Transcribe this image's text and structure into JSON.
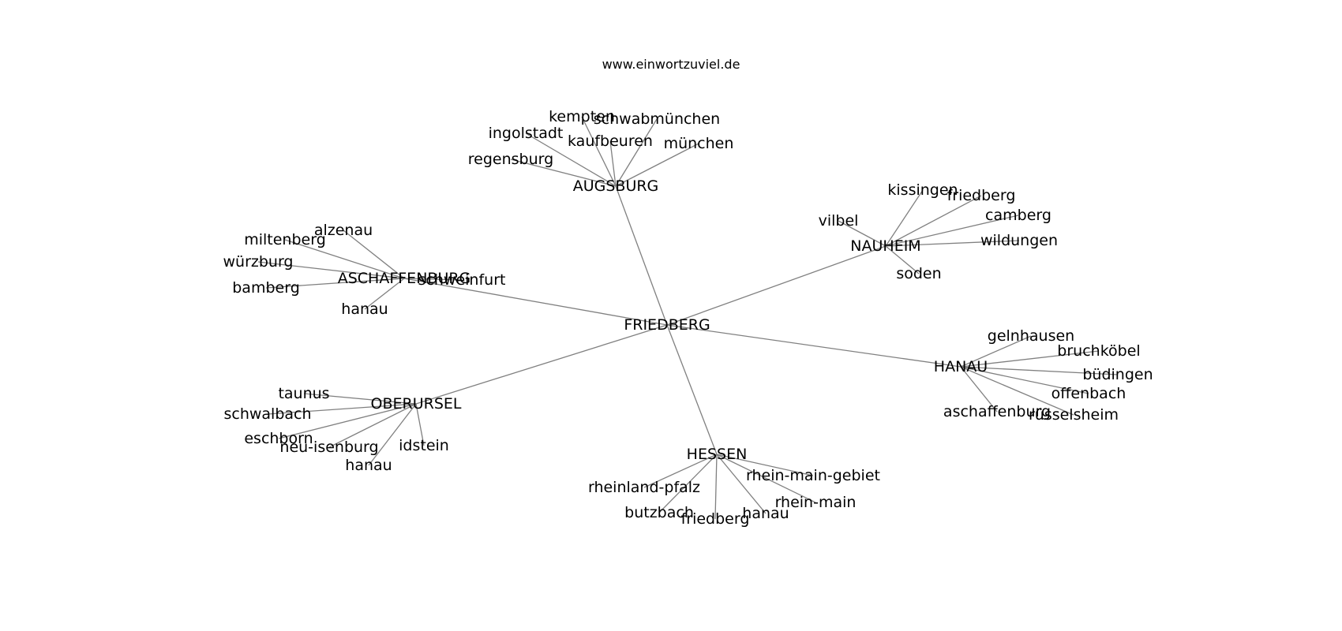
{
  "site_title": "www.einwortzuviel.de",
  "graph": {
    "nodes": [
      {
        "id": "FRIEDBERG",
        "label": "FRIEDBERG"
      },
      {
        "id": "AUGSBURG",
        "label": "AUGSBURG"
      },
      {
        "id": "NAUHEIM",
        "label": "NAUHEIM"
      },
      {
        "id": "ASCHAFFENBURG",
        "label": "ASCHAFFENBURG"
      },
      {
        "id": "HANAU",
        "label": "HANAU"
      },
      {
        "id": "OBERURSEL",
        "label": "OBERURSEL"
      },
      {
        "id": "HESSEN",
        "label": "HESSEN"
      },
      {
        "id": "aug-kempten",
        "label": "kempten"
      },
      {
        "id": "aug-schwabmuenchen",
        "label": "schwabmünchen"
      },
      {
        "id": "aug-ingolstadt",
        "label": "ingolstadt"
      },
      {
        "id": "aug-kaufbeuren",
        "label": "kaufbeuren"
      },
      {
        "id": "aug-muenchen",
        "label": "münchen"
      },
      {
        "id": "aug-regensburg",
        "label": "regensburg"
      },
      {
        "id": "nau-kissingen",
        "label": "kissingen"
      },
      {
        "id": "nau-friedberg",
        "label": "friedberg"
      },
      {
        "id": "nau-camberg",
        "label": "camberg"
      },
      {
        "id": "nau-vilbel",
        "label": "vilbel"
      },
      {
        "id": "nau-wildungen",
        "label": "wildungen"
      },
      {
        "id": "nau-soden",
        "label": "soden"
      },
      {
        "id": "asc-alzenau",
        "label": "alzenau"
      },
      {
        "id": "asc-miltenberg",
        "label": "miltenberg"
      },
      {
        "id": "asc-wuerzburg",
        "label": "würzburg"
      },
      {
        "id": "asc-bamberg",
        "label": "bamberg"
      },
      {
        "id": "asc-hanau",
        "label": "hanau"
      },
      {
        "id": "asc-schweinfurt",
        "label": "schweinfurt"
      },
      {
        "id": "han-gelnhausen",
        "label": "gelnhausen"
      },
      {
        "id": "han-bruchkoebel",
        "label": "bruchköbel"
      },
      {
        "id": "han-buedingen",
        "label": "büdingen"
      },
      {
        "id": "han-offenbach",
        "label": "offenbach"
      },
      {
        "id": "han-aschaffenburg",
        "label": "aschaffenburg"
      },
      {
        "id": "han-ruesselsheim",
        "label": "rüsselsheim"
      },
      {
        "id": "obe-taunus",
        "label": "taunus"
      },
      {
        "id": "obe-schwalbach",
        "label": "schwalbach"
      },
      {
        "id": "obe-eschborn",
        "label": "eschborn"
      },
      {
        "id": "obe-neu-isenburg",
        "label": "neu-isenburg"
      },
      {
        "id": "obe-idstein",
        "label": "idstein"
      },
      {
        "id": "obe-hanau",
        "label": "hanau"
      },
      {
        "id": "hes-rhein-main-gebiet",
        "label": "rhein-main-gebiet"
      },
      {
        "id": "hes-rheinland-pfalz",
        "label": "rheinland-pfalz"
      },
      {
        "id": "hes-rhein-main",
        "label": "rhein-main"
      },
      {
        "id": "hes-butzbach",
        "label": "butzbach"
      },
      {
        "id": "hes-friedberg",
        "label": "friedberg"
      },
      {
        "id": "hes-hanau",
        "label": "hanau"
      }
    ],
    "edges": [
      [
        "FRIEDBERG",
        "AUGSBURG"
      ],
      [
        "FRIEDBERG",
        "NAUHEIM"
      ],
      [
        "FRIEDBERG",
        "ASCHAFFENBURG"
      ],
      [
        "FRIEDBERG",
        "HANAU"
      ],
      [
        "FRIEDBERG",
        "OBERURSEL"
      ],
      [
        "FRIEDBERG",
        "HESSEN"
      ],
      [
        "AUGSBURG",
        "aug-kempten"
      ],
      [
        "AUGSBURG",
        "aug-schwabmuenchen"
      ],
      [
        "AUGSBURG",
        "aug-ingolstadt"
      ],
      [
        "AUGSBURG",
        "aug-kaufbeuren"
      ],
      [
        "AUGSBURG",
        "aug-muenchen"
      ],
      [
        "AUGSBURG",
        "aug-regensburg"
      ],
      [
        "NAUHEIM",
        "nau-kissingen"
      ],
      [
        "NAUHEIM",
        "nau-friedberg"
      ],
      [
        "NAUHEIM",
        "nau-camberg"
      ],
      [
        "NAUHEIM",
        "nau-vilbel"
      ],
      [
        "NAUHEIM",
        "nau-wildungen"
      ],
      [
        "NAUHEIM",
        "nau-soden"
      ],
      [
        "ASCHAFFENBURG",
        "asc-alzenau"
      ],
      [
        "ASCHAFFENBURG",
        "asc-miltenberg"
      ],
      [
        "ASCHAFFENBURG",
        "asc-wuerzburg"
      ],
      [
        "ASCHAFFENBURG",
        "asc-bamberg"
      ],
      [
        "ASCHAFFENBURG",
        "asc-hanau"
      ],
      [
        "ASCHAFFENBURG",
        "asc-schweinfurt"
      ],
      [
        "HANAU",
        "han-gelnhausen"
      ],
      [
        "HANAU",
        "han-bruchkoebel"
      ],
      [
        "HANAU",
        "han-buedingen"
      ],
      [
        "HANAU",
        "han-offenbach"
      ],
      [
        "HANAU",
        "han-aschaffenburg"
      ],
      [
        "HANAU",
        "han-ruesselsheim"
      ],
      [
        "OBERURSEL",
        "obe-taunus"
      ],
      [
        "OBERURSEL",
        "obe-schwalbach"
      ],
      [
        "OBERURSEL",
        "obe-eschborn"
      ],
      [
        "OBERURSEL",
        "obe-neu-isenburg"
      ],
      [
        "OBERURSEL",
        "obe-idstein"
      ],
      [
        "OBERURSEL",
        "obe-hanau"
      ],
      [
        "HESSEN",
        "hes-rhein-main-gebiet"
      ],
      [
        "HESSEN",
        "hes-rheinland-pfalz"
      ],
      [
        "HESSEN",
        "hes-rhein-main"
      ],
      [
        "HESSEN",
        "hes-butzbach"
      ],
      [
        "HESSEN",
        "hes-friedberg"
      ],
      [
        "HESSEN",
        "hes-hanau"
      ]
    ]
  }
}
